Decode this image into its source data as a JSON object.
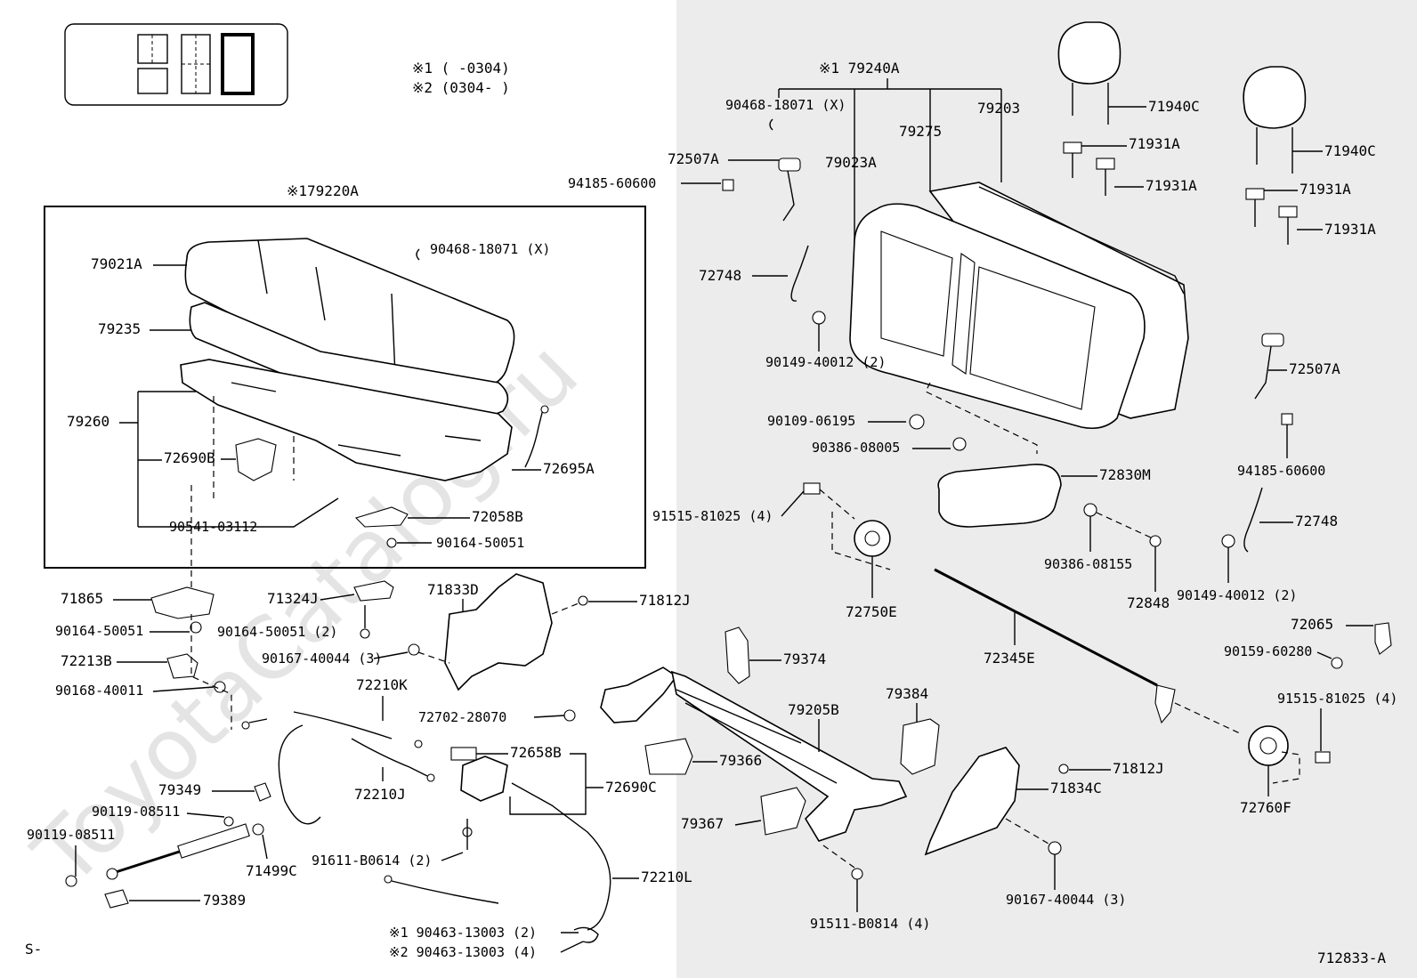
{
  "watermark": "ToyotaCatalog.ru",
  "notes": {
    "note1": "※1 (      -0304)",
    "note2": "※2 (0304-      )"
  },
  "assemblies": {
    "seat_cushion": "※179220A",
    "seat_back": "※1 79240A"
  },
  "labels": {
    "l90468_18071_top": "90468-18071 (X)",
    "l79203": "79203",
    "l71940C_a": "71940C",
    "l71940C_b": "71940C",
    "l71931A_a": "71931A",
    "l71931A_b": "71931A",
    "l71931A_c": "71931A",
    "l71931A_d": "71931A",
    "l72507A_top": "72507A",
    "l79275": "79275",
    "l79023A": "79023A",
    "l94185_60600_left": "94185-60600",
    "l72748_left": "72748",
    "l90149_40012_left": "90149-40012 (2)",
    "l72507A_right": "72507A",
    "l94185_60600_right": "94185-60600",
    "l90109_06195": "90109-06195",
    "l90386_08005": "90386-08005",
    "l72830M": "72830M",
    "l91515_81025_left": "91515-81025 (4)",
    "l72750E": "72750E",
    "l90386_08155": "90386-08155",
    "l72848": "72848",
    "l72748_right": "72748",
    "l90149_40012_right": "90149-40012 (2)",
    "l72065": "72065",
    "l90159_60280": "90159-60280",
    "l72345E": "72345E",
    "l91515_81025_right": "91515-81025 (4)",
    "l72760F": "72760F",
    "l79021A": "79021A",
    "l90468_18071_box": "90468-18071 (X)",
    "l79235": "79235",
    "l79260": "79260",
    "l72690B": "72690B",
    "l72695A": "72695A",
    "l90541_03112": "90541-03112",
    "l72058B": "72058B",
    "l90164_50051_box": "90164-50051",
    "l71865": "71865",
    "l90164_50051_a": "90164-50051",
    "l72213B": "72213B",
    "l90168_40011": "90168-40011",
    "l71324J": "71324J",
    "l90164_50051_b": "90164-50051 (2)",
    "l71833D": "71833D",
    "l71812J_top": "71812J",
    "l90167_40044_left": "90167-40044 (3)",
    "l72210K": "72210K",
    "l79374": "79374",
    "l79205B": "79205B",
    "l79384": "79384",
    "l72702_28070": "72702-28070",
    "l72658B": "72658B",
    "l79366": "79366",
    "l71812J_right": "71812J",
    "l71834C": "71834C",
    "l79349": "79349",
    "l90119_08511_a": "90119-08511",
    "l72210J": "72210J",
    "l72690C": "72690C",
    "l90119_08511_b": "90119-08511",
    "l79367": "79367",
    "l91611_B0614": "91611-B0614 (2)",
    "l71499C": "71499C",
    "l72210L": "72210L",
    "l79389": "79389",
    "l91511_B0814": "91511-B0814 (4)",
    "l90167_40044_right": "90167-40044 (3)",
    "l90463_13003_a": "※1  90463-13003 (2)",
    "l90463_13003_b": "※2  90463-13003 (4)",
    "l_s": "S-",
    "l_ref": "712833-A"
  }
}
